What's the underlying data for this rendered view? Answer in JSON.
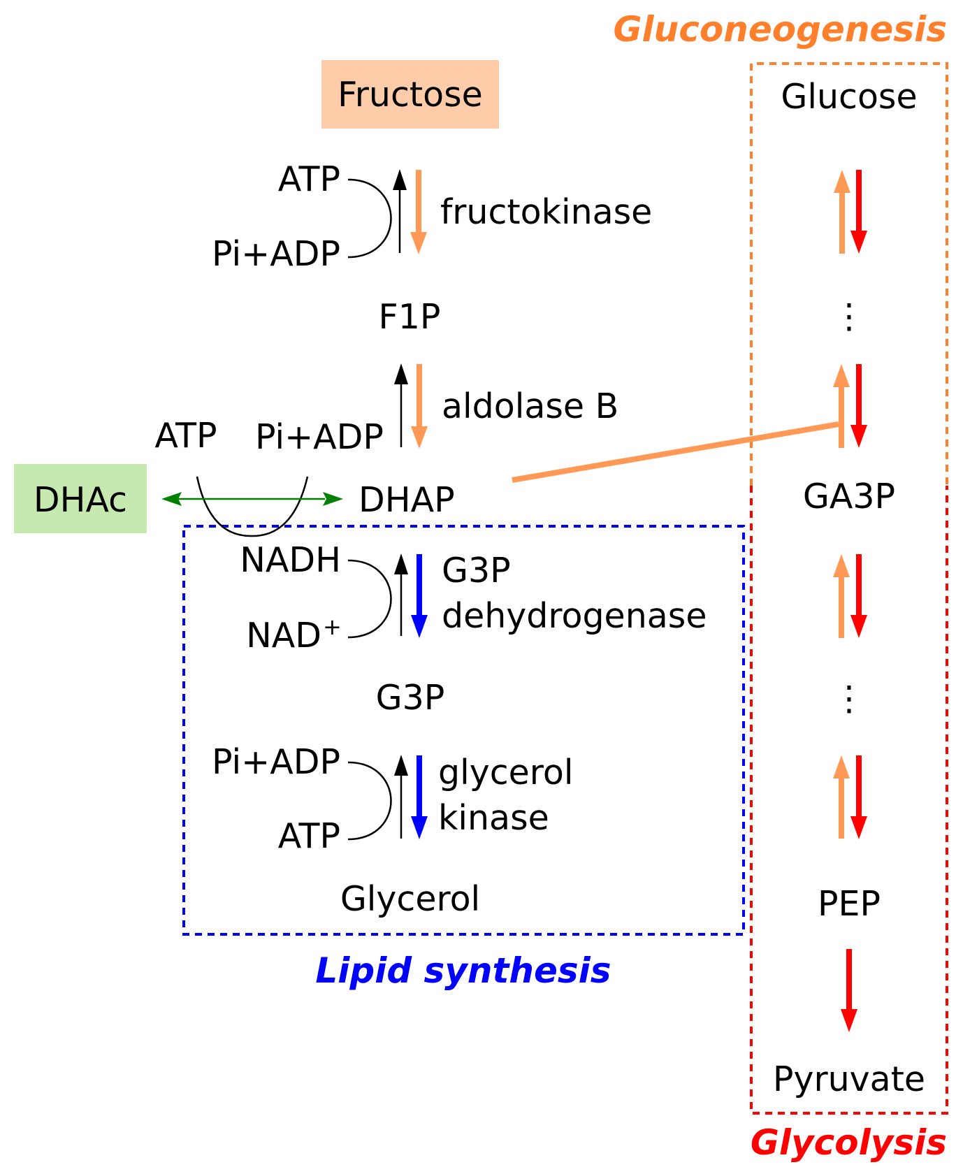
{
  "colors": {
    "gluconeogenesis": "#ff7f2a",
    "gluconeogenesis_arrow": "#ff9955",
    "glycolysis": "#ff0000",
    "lipid": "#0000ff",
    "dhac_green": "#008000",
    "fructose_fill": "#ffccaa",
    "dhac_fill": "#c6e9af"
  },
  "titles": {
    "gluconeogenesis": "Gluconeogenesis",
    "glycolysis": "Glycolysis",
    "lipid_synthesis": "Lipid synthesis"
  },
  "metabolites": {
    "fructose": "Fructose",
    "f1p": "F1P",
    "dhap": "DHAP",
    "dhac": "DHAc",
    "g3p": "G3P",
    "glycerol": "Glycerol",
    "glucose": "Glucose",
    "ga3p": "GA3P",
    "pep": "PEP",
    "pyruvate": "Pyruvate",
    "ellipsis": "⋮"
  },
  "enzymes": {
    "fructokinase": "fructokinase",
    "aldolase_b": "aldolase B",
    "g3p_dehydrogenase_1": "G3P",
    "g3p_dehydrogenase_2": "dehydrogenase",
    "glycerol_kinase_1": "glycerol",
    "glycerol_kinase_2": "kinase"
  },
  "cofactors": {
    "fructokinase_top": "ATP",
    "fructokinase_bottom": "Pi+ADP",
    "dhac_left": "ATP",
    "dhac_right": "Pi+ADP",
    "g3pdh_top": "NADH",
    "g3pdh_bottom": "NAD",
    "g3pdh_bottom_sup": "+",
    "gk_top": "Pi+ADP",
    "gk_bottom": "ATP"
  }
}
